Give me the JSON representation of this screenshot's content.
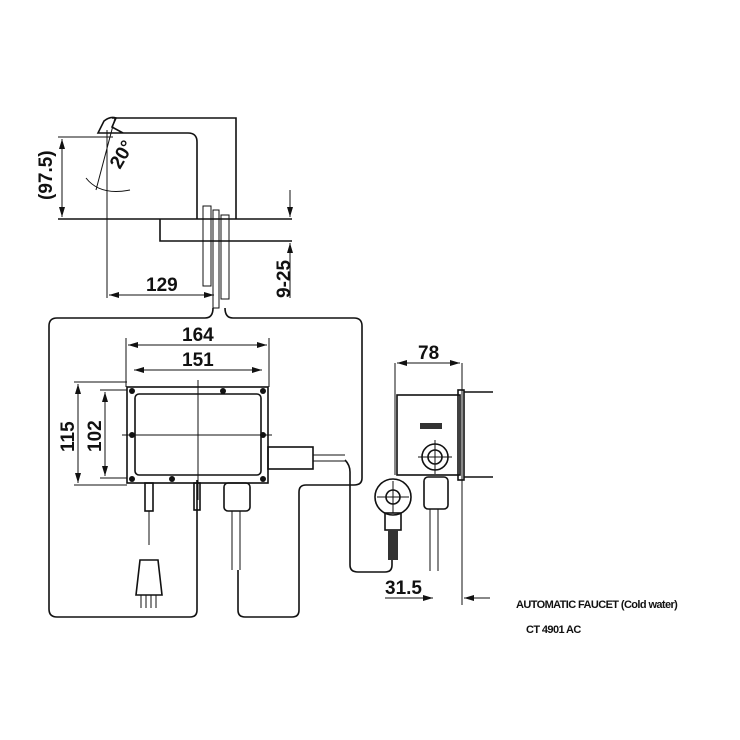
{
  "dimensions": {
    "spout_height": "(97.5)",
    "spout_angle": "20°",
    "reach": "129",
    "deck_thickness": "9-25",
    "box_width_outer": "164",
    "box_width_inner": "151",
    "box_height_outer": "115",
    "box_height_inner": "102",
    "valve_width": "78",
    "valve_offset": "31.5"
  },
  "caption": {
    "title": "AUTOMATIC FAUCET (Cold water)",
    "model": "CT 4901 AC"
  }
}
